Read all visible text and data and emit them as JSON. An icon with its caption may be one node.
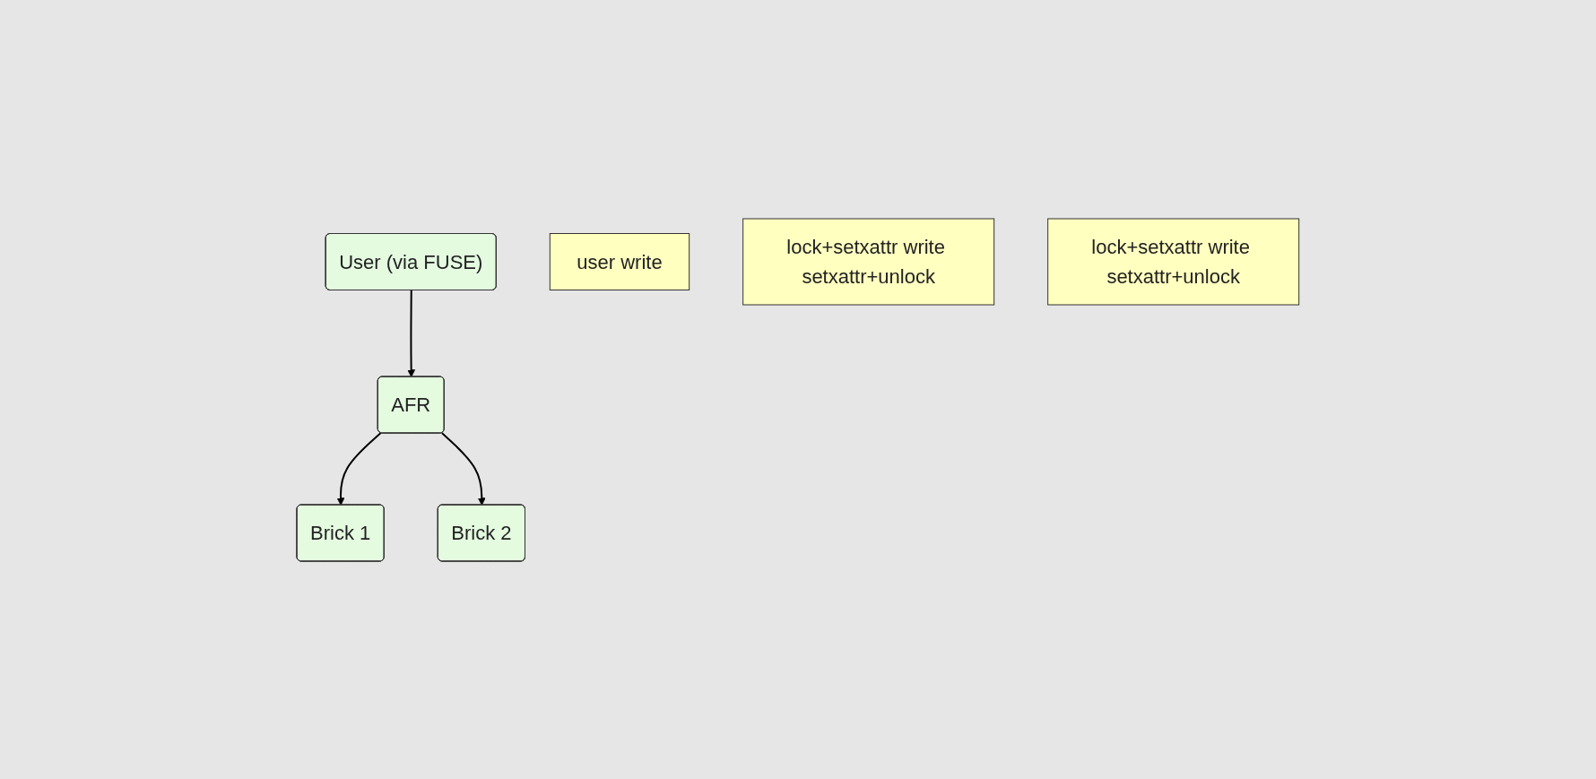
{
  "diagram": {
    "nodes": [
      {
        "text": [
          "User (via FUSE)"
        ]
      },
      {
        "text": [
          "AFR"
        ]
      },
      {
        "text": [
          "Brick 1"
        ]
      },
      {
        "text": [
          "Brick 2"
        ]
      },
      {
        "text": [
          "user write"
        ]
      },
      {
        "text": [
          "lock+setxattr write setxattr+unlock"
        ]
      },
      {
        "text": [
          "lock+setxattr write setxattr+unlock"
        ]
      }
    ],
    "edges": [
      {
        "from": 0,
        "to": 1,
        "arrow": "to"
      },
      {
        "from": 1,
        "to": 2,
        "arrow": "to"
      },
      {
        "from": 1,
        "to": 3,
        "arrow": "to"
      }
    ]
  }
}
